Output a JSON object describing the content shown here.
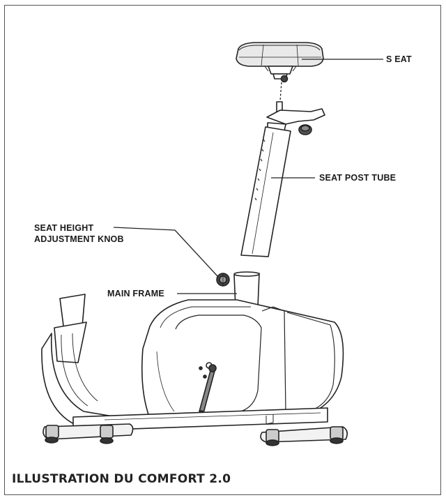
{
  "labels": {
    "seat": "S EAT",
    "seat_post_tube": "SEAT POST TUBE",
    "knob_line1": "SEAT HEIGHT",
    "knob_line2": "ADJUSTMENT KNOB",
    "main_frame": "MAIN FRAME"
  },
  "caption": "ILLUSTRATION DU COMFORT 2.0"
}
